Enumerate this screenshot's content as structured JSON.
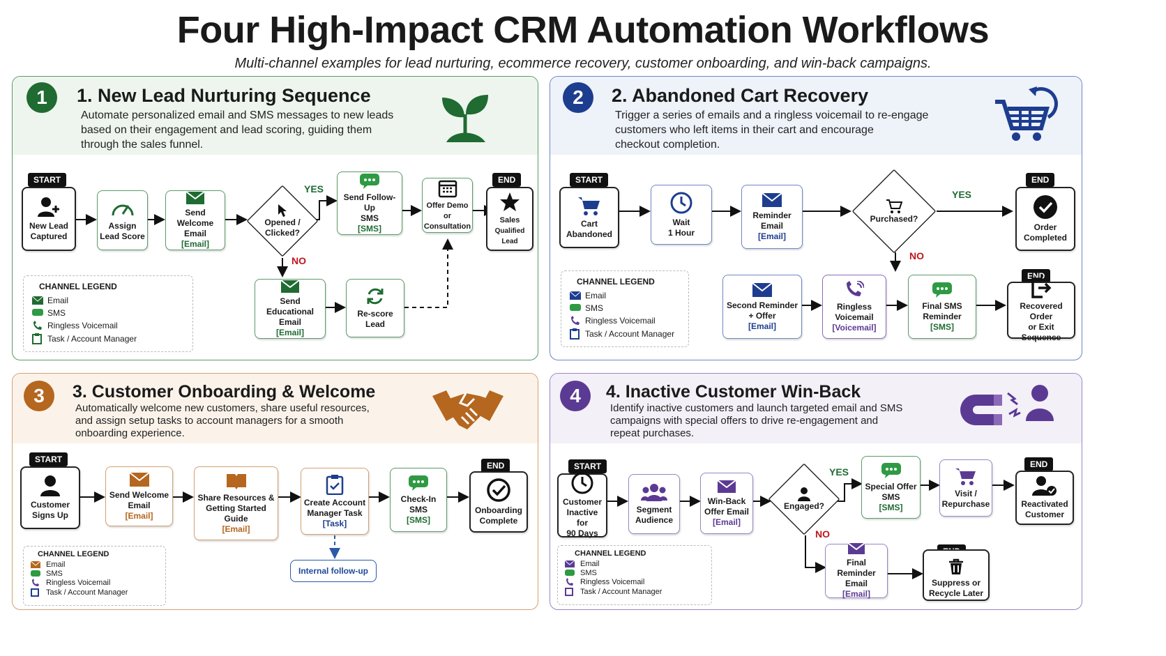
{
  "title": "Four High-Impact CRM Automation Workflows",
  "subtitle": "Multi-channel examples for lead nurturing, ecommerce recovery, customer onboarding, and win-back campaigns.",
  "colors": {
    "green": "#1f6b32",
    "blue": "#1d3d8f",
    "orange": "#b5661f",
    "purple": "#5b3a93"
  },
  "legend": {
    "title": "CHANNEL LEGEND",
    "email": "Email",
    "sms": "SMS",
    "voicemail": "Ringless Voicemail",
    "task": "Task / Account Manager"
  },
  "tags": {
    "start": "START",
    "end": "END",
    "yes": "YES",
    "no": "NO"
  },
  "p1": {
    "num": "1",
    "title": "1. New Lead Nurturing Sequence",
    "desc": [
      "Automate personalized email and SMS messages to new leads",
      "based on their engagement and lead scoring, guiding them",
      "through the sales funnel."
    ],
    "n1": [
      "New Lead",
      "Captured"
    ],
    "n2": [
      "Assign",
      "Lead Score"
    ],
    "n3": [
      "Send Welcome",
      "Email",
      "[Email]"
    ],
    "d1": [
      "Opened /",
      "Clicked?"
    ],
    "n4": [
      "Send Follow-Up",
      "SMS",
      "[SMS]"
    ],
    "n5": [
      "Offer Demo or",
      "Consultation"
    ],
    "n6": [
      "Sales",
      "Qualified Lead"
    ],
    "n7": [
      "Send Educational",
      "Email",
      "[Email]"
    ],
    "n8": [
      "Re-score",
      "Lead"
    ]
  },
  "p2": {
    "num": "2",
    "title": "2. Abandoned Cart Recovery",
    "desc": [
      "Trigger a series of emails and a ringless voicemail to re-engage",
      "customers who left items in their cart and encourage",
      "checkout completion."
    ],
    "n1": [
      "Cart",
      "Abandoned"
    ],
    "n2": [
      "Wait",
      "1 Hour"
    ],
    "n3": [
      "Reminder",
      "Email",
      "[Email]"
    ],
    "d1": [
      "Purchased?"
    ],
    "n4": [
      "Order",
      "Completed"
    ],
    "n5": [
      "Second Reminder",
      "+ Offer",
      "[Email]"
    ],
    "n6": [
      "Ringless",
      "Voicemail",
      "[Voicemail]"
    ],
    "n7": [
      "Final SMS",
      "Reminder",
      "[SMS]"
    ],
    "n8": [
      "Recovered Order",
      "or Exit Sequence"
    ]
  },
  "p3": {
    "num": "3",
    "title": "3. Customer Onboarding & Welcome",
    "desc": [
      "Automatically welcome new customers, share useful resources,",
      "and assign setup tasks to account managers for a smooth",
      "onboarding experience."
    ],
    "n1": [
      "Customer",
      "Signs Up"
    ],
    "n2": [
      "Send Welcome",
      "Email",
      "[Email]"
    ],
    "n3": [
      "Share Resources &",
      "Getting Started",
      "Guide",
      "[Email]"
    ],
    "n4": [
      "Create Account",
      "Manager Task",
      "[Task]"
    ],
    "n5": [
      "Check-In",
      "SMS",
      "[SMS]"
    ],
    "n6": [
      "Onboarding",
      "Complete"
    ],
    "pill": "Internal follow-up"
  },
  "p4": {
    "num": "4",
    "title": "4. Inactive Customer Win-Back",
    "desc": [
      "Identify inactive customers and launch targeted email and SMS",
      "campaigns with special offers to drive re-engagement and",
      "repeat purchases."
    ],
    "n1": [
      "Customer",
      "Inactive for",
      "90 Days"
    ],
    "n2": [
      "Segment",
      "Audience"
    ],
    "n3": [
      "Win-Back",
      "Offer Email",
      "[Email]"
    ],
    "d1": [
      "Engaged?"
    ],
    "n4": [
      "Special Offer",
      "SMS",
      "[SMS]"
    ],
    "n5": [
      "Visit /",
      "Repurchase"
    ],
    "n6": [
      "Reactivated",
      "Customer"
    ],
    "n7": [
      "Final Reminder",
      "Email",
      "[Email]"
    ],
    "n8": [
      "Suppress or",
      "Recycle Later"
    ]
  }
}
